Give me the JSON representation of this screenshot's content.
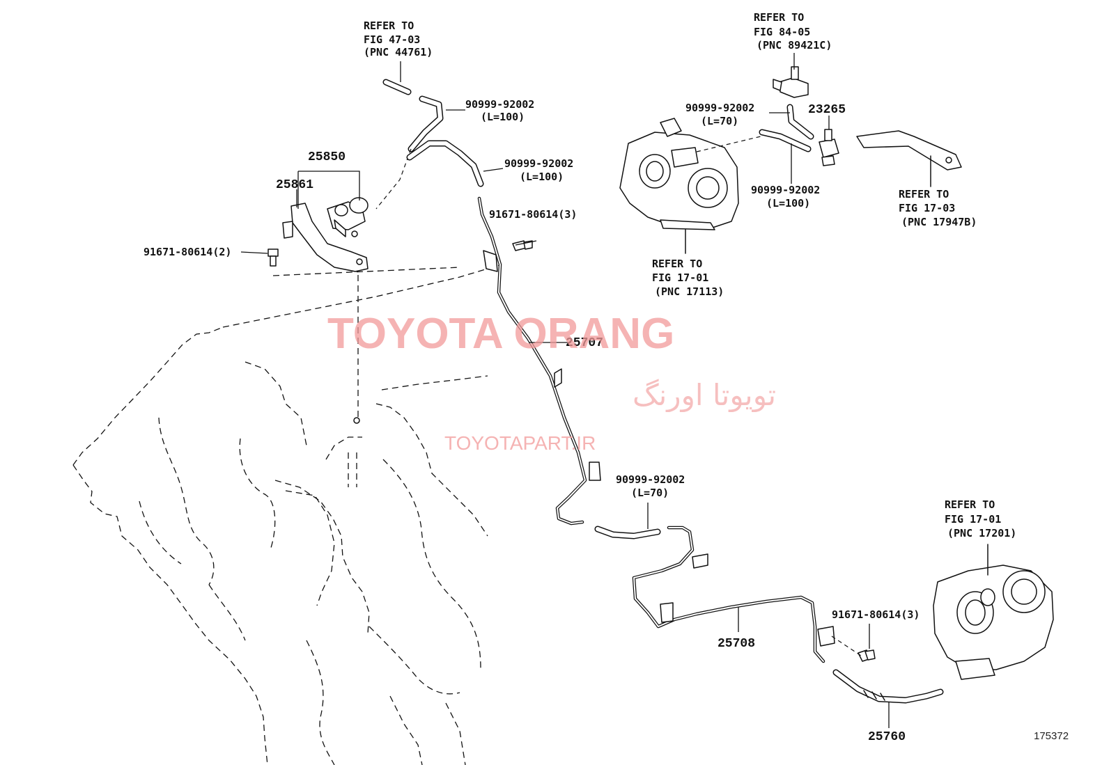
{
  "labels": {
    "ref_47_03": {
      "l1": "REFER TO",
      "l2": "FIG 47-03",
      "l3": "(PNC 44761)"
    },
    "ref_84_05": {
      "l1": "REFER TO",
      "l2": "FIG 84-05",
      "l3": "(PNC 89421C)"
    },
    "ref_17_03": {
      "l1": "REFER TO",
      "l2": "FIG 17-03",
      "l3": "(PNC 17947B)"
    },
    "ref_17_01_a": {
      "l1": "REFER TO",
      "l2": "FIG 17-01",
      "l3": "(PNC 17113)"
    },
    "ref_17_01_b": {
      "l1": "REFER TO",
      "l2": "FIG 17-01",
      "l3": "(PNC 17201)"
    },
    "hose_a": {
      "pn": "90999-92002",
      "len": "(L=100)"
    },
    "hose_b": {
      "pn": "90999-92002",
      "len": "(L=100)"
    },
    "hose_c": {
      "pn": "90999-92002",
      "len": "(L=70)"
    },
    "hose_d": {
      "pn": "90999-92002",
      "len": "(L=100)"
    },
    "hose_e": {
      "pn": "90999-92002",
      "len": "(L=70)"
    },
    "bolt_a": "91671-80614(3)",
    "bolt_b": "91671-80614(2)",
    "bolt_c": "91671-80614(3)",
    "p25850": "25850",
    "p25861": "25861",
    "p23265": "23265",
    "p25707": "25707",
    "p25708": "25708",
    "p25760": "25760"
  },
  "watermark": {
    "line1": "TOYOTA ORANG",
    "line2": "تویوتا اورنگ",
    "line3": "TOYOTAPART.IR"
  },
  "figure_number": "175372"
}
